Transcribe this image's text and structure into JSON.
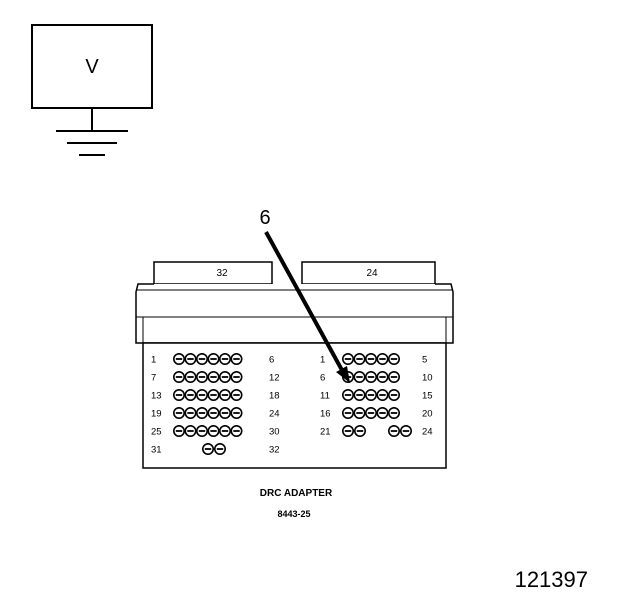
{
  "meter": {
    "label": "V"
  },
  "callout": {
    "label": "6"
  },
  "connector_left": {
    "header": "32"
  },
  "connector_right": {
    "header": "24"
  },
  "left_rows": [
    {
      "start": "1",
      "end": "6",
      "pins": 6
    },
    {
      "start": "7",
      "end": "12",
      "pins": 6
    },
    {
      "start": "13",
      "end": "18",
      "pins": 6
    },
    {
      "start": "19",
      "end": "24",
      "pins": 6
    },
    {
      "start": "25",
      "end": "30",
      "pins": 6
    },
    {
      "start": "31",
      "end": "32",
      "pins": 2
    }
  ],
  "right_rows": [
    {
      "start": "1",
      "end": "5",
      "pins": 5
    },
    {
      "start": "6",
      "end": "10",
      "pins": 5
    },
    {
      "start": "11",
      "end": "15",
      "pins": 5
    },
    {
      "start": "16",
      "end": "20",
      "pins": 5
    },
    {
      "start": "21",
      "end": "24",
      "pins": 4
    }
  ],
  "caption": {
    "line1": "DRC ADAPTER",
    "line2": "8443-25"
  },
  "figure_id": "121397"
}
